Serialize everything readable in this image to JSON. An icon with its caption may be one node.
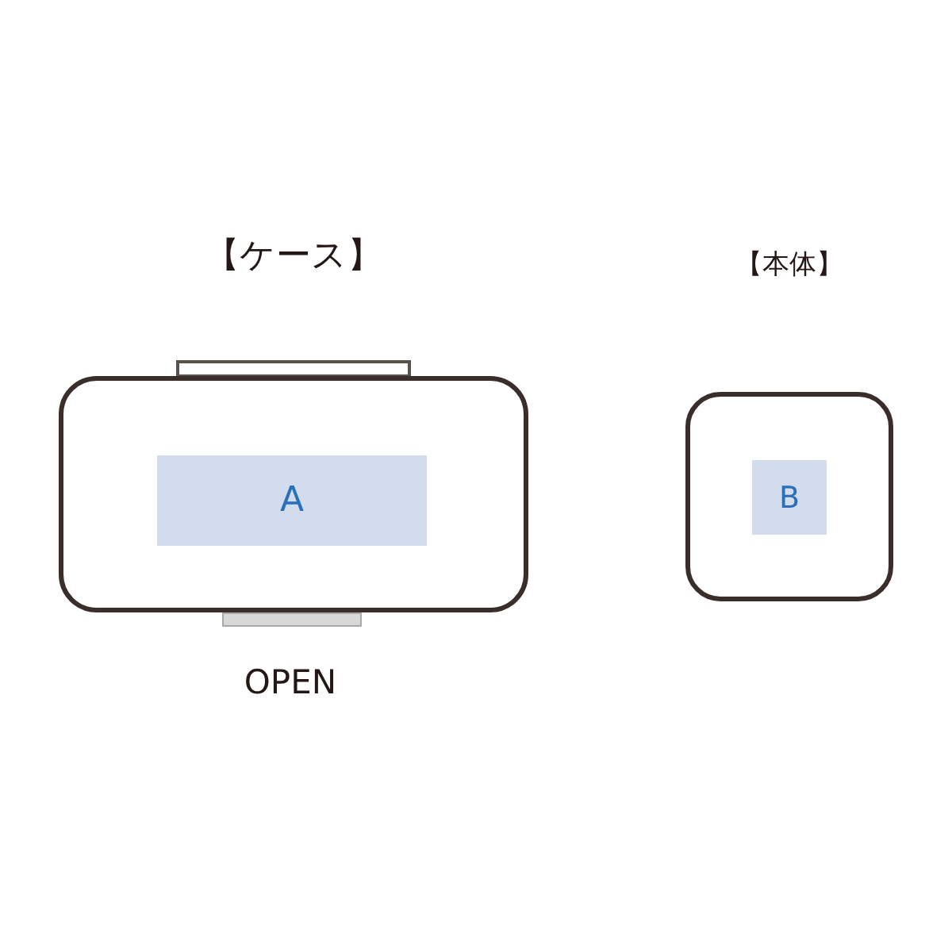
{
  "diagram": {
    "nodes": [
      {
        "text": [
          "【ケース】"
        ]
      },
      {
        "text": [
          "A"
        ],
        "in": 0
      },
      {
        "text": [
          "【本体】"
        ]
      },
      {
        "text": [
          "B"
        ],
        "in": 2
      }
    ],
    "labels": [
      "OPEN"
    ]
  }
}
